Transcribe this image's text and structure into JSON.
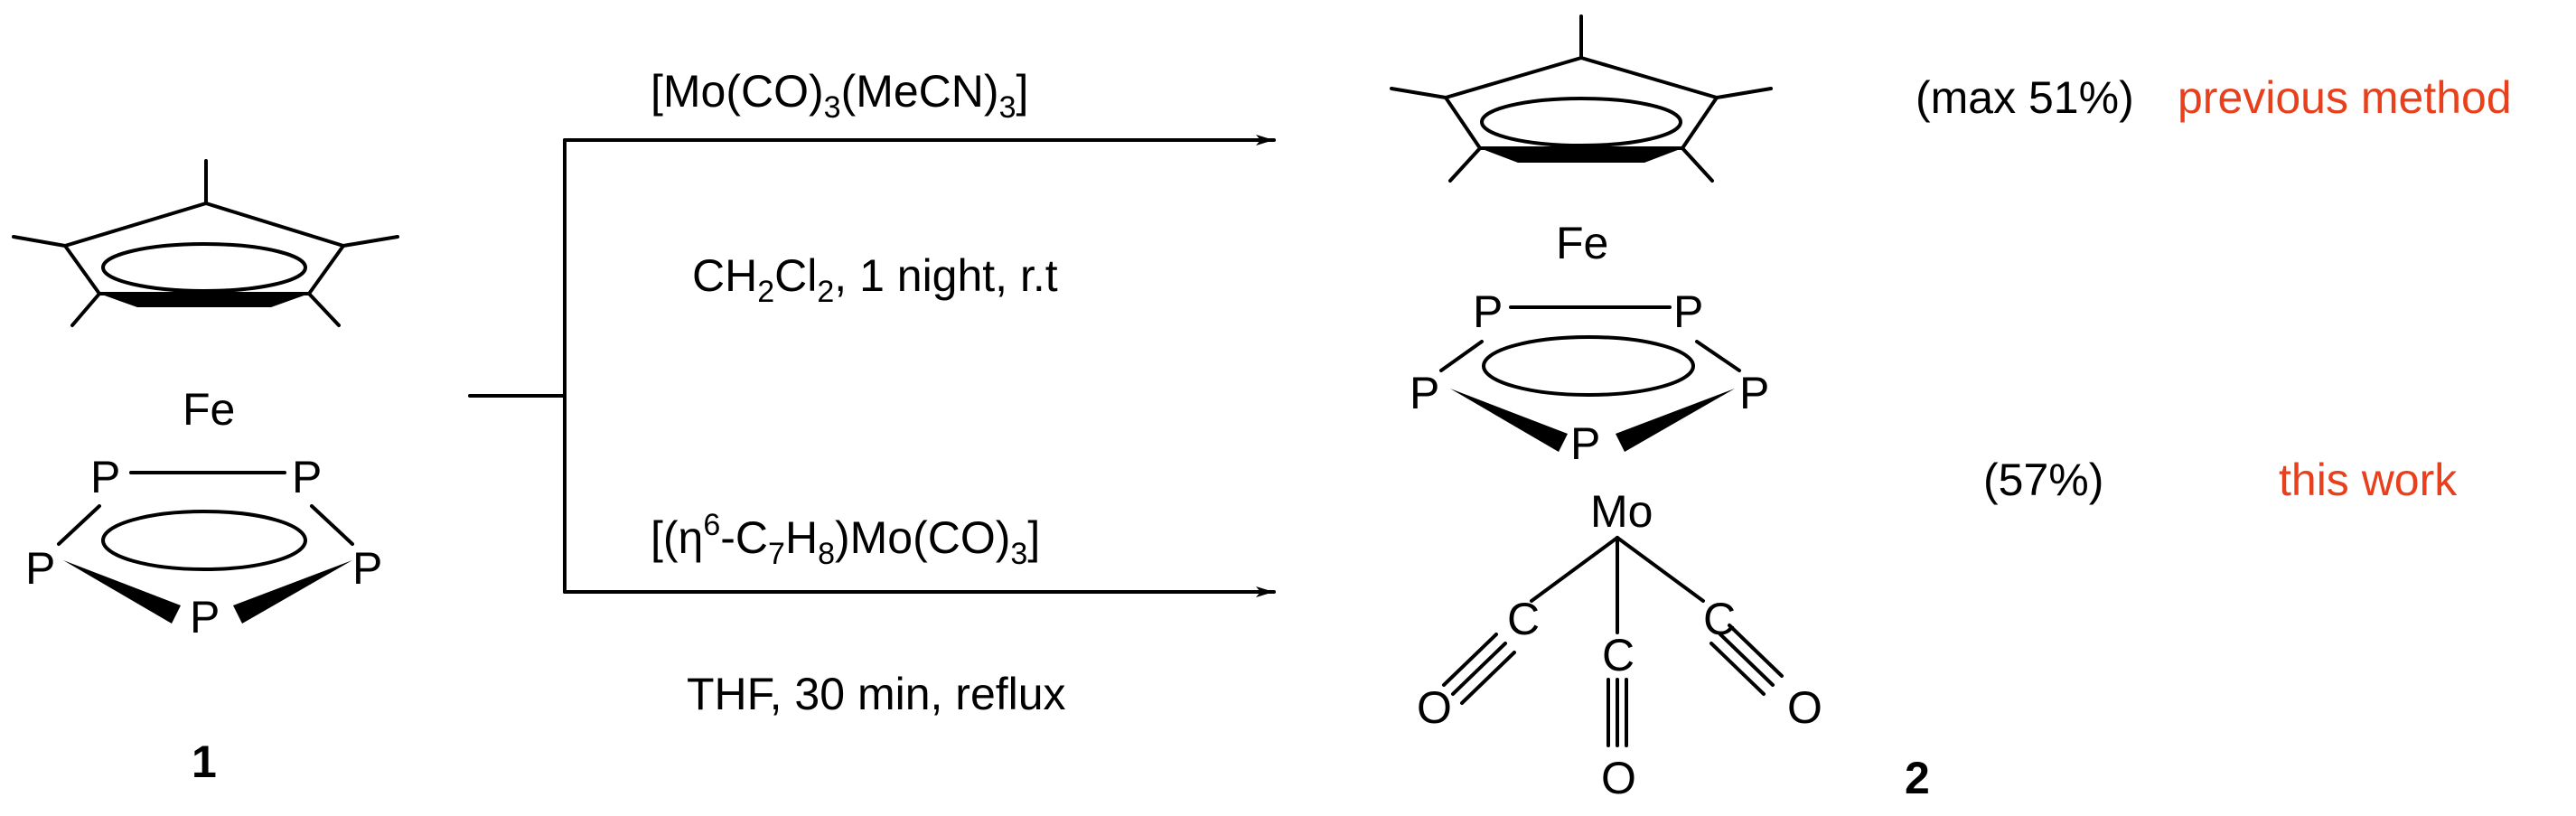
{
  "atoms": {
    "fe": "Fe",
    "p": "P",
    "mo": "Mo",
    "c": "C",
    "o": "O"
  },
  "compound_1": {
    "label": "1"
  },
  "compound_2": {
    "label": "2"
  },
  "conditions": {
    "top": {
      "reagent_pre": "[Mo(CO)",
      "reagent_sub1": "3",
      "reagent_mid": "(MeCN)",
      "reagent_sub2": "3",
      "reagent_post": "]",
      "solvent_a": "CH",
      "solvent_sub_a": "2",
      "solvent_b": "Cl",
      "solvent_sub_b": "2",
      "solvent_rest": ", 1 night, r.t"
    },
    "bottom": {
      "reagent_a": "[(η",
      "reagent_sup": "6",
      "reagent_b": "-C",
      "reagent_sub1": "7",
      "reagent_c": "H",
      "reagent_sub2": "8",
      "reagent_d": ")Mo(CO)",
      "reagent_sub3": "3",
      "reagent_e": "]",
      "conditions": "THF, 30 min, reflux"
    }
  },
  "results": {
    "previous": {
      "yield": "(max 51%)",
      "note": "previous method"
    },
    "current": {
      "yield": "(57%)",
      "note": "this work"
    }
  },
  "colors": {
    "ink": "#000000",
    "accent": "#e8401c"
  }
}
